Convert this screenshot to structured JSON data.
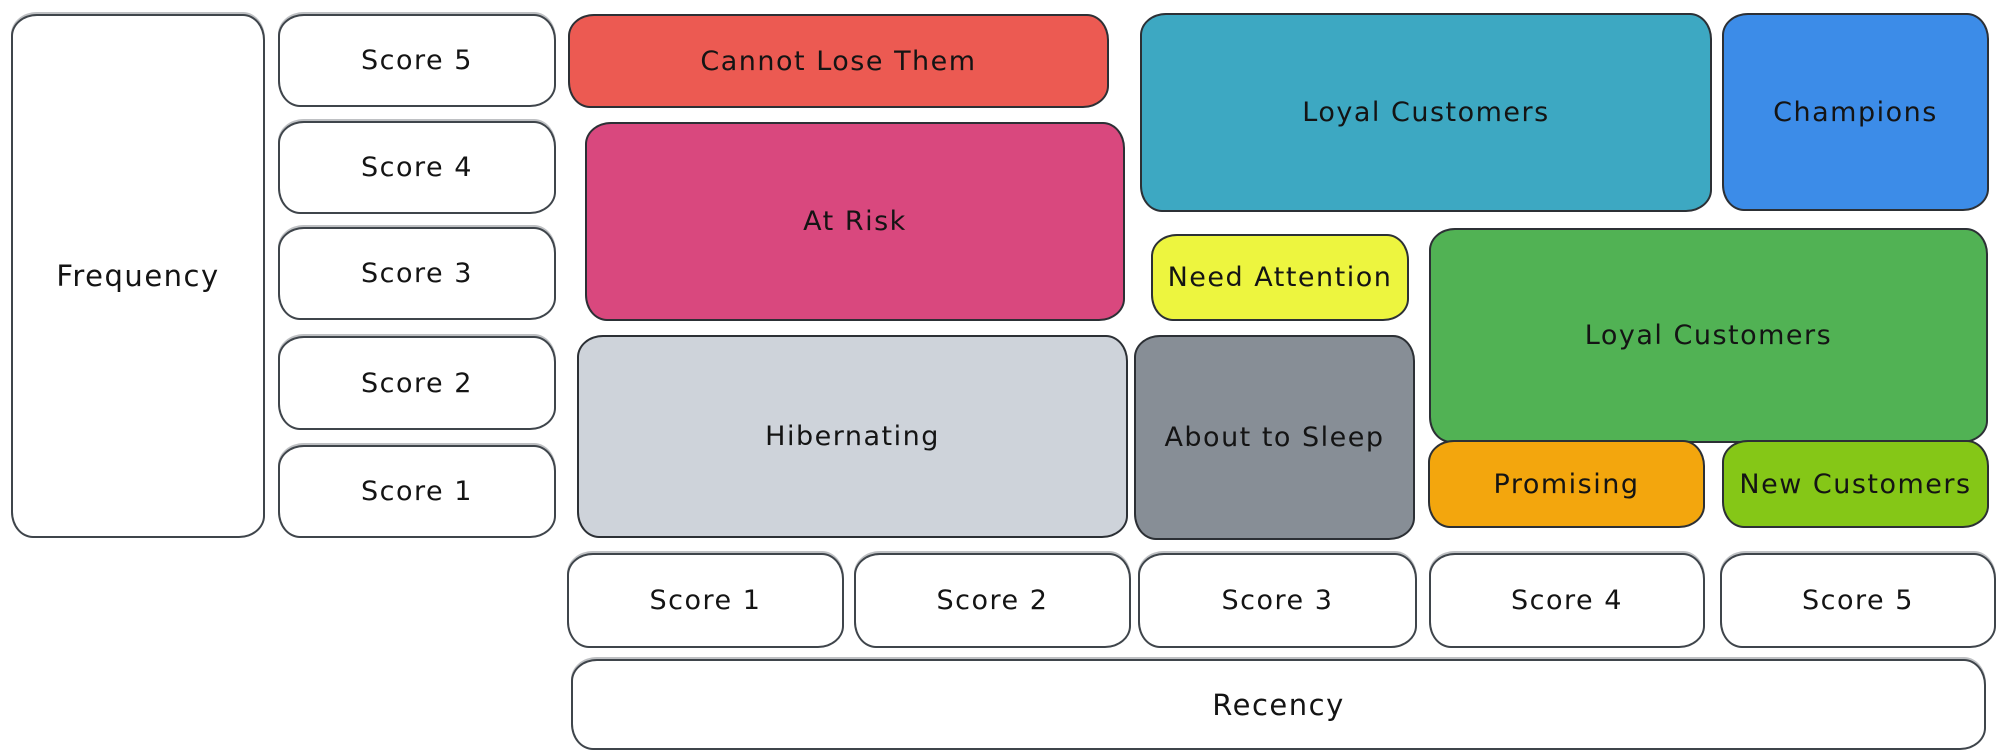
{
  "diagram": {
    "type": "rfm-segmentation-matrix",
    "background": "#ffffff",
    "outline_color": "#33383d",
    "text_color": "#141414"
  },
  "axes": {
    "frequency": {
      "label": "Frequency",
      "scores": [
        "Score 5",
        "Score 4",
        "Score 3",
        "Score 2",
        "Score 1"
      ]
    },
    "recency": {
      "label": "Recency",
      "scores": [
        "Score 1",
        "Score 2",
        "Score 3",
        "Score 4",
        "Score 5"
      ]
    }
  },
  "segments": [
    {
      "label": "Cannot Lose Them",
      "color": "#ec5a52",
      "recency_scores": "1-2",
      "frequency_scores": "5"
    },
    {
      "label": "Loyal Customers",
      "color": "#3da8c2",
      "recency_scores": "3-4",
      "frequency_scores": "4-5"
    },
    {
      "label": "Champions",
      "color": "#3c8ce8",
      "recency_scores": "5",
      "frequency_scores": "4-5"
    },
    {
      "label": "At Risk",
      "color": "#d9487e",
      "recency_scores": "1-2",
      "frequency_scores": "3-4"
    },
    {
      "label": "Need Attention",
      "color": "#edf53f",
      "recency_scores": "3",
      "frequency_scores": "3"
    },
    {
      "label": "Loyal Customers",
      "color": "#51b254",
      "recency_scores": "4-5",
      "frequency_scores": "2-3"
    },
    {
      "label": "Hibernating",
      "color": "#ced3da",
      "recency_scores": "1-2",
      "frequency_scores": "1-2"
    },
    {
      "label": "About to Sleep",
      "color": "#878e96",
      "recency_scores": "3",
      "frequency_scores": "1-2"
    },
    {
      "label": "Promising",
      "color": "#f3a60d",
      "recency_scores": "4",
      "frequency_scores": "1"
    },
    {
      "label": "New Customers",
      "color": "#85c717",
      "recency_scores": "5",
      "frequency_scores": "1"
    }
  ]
}
